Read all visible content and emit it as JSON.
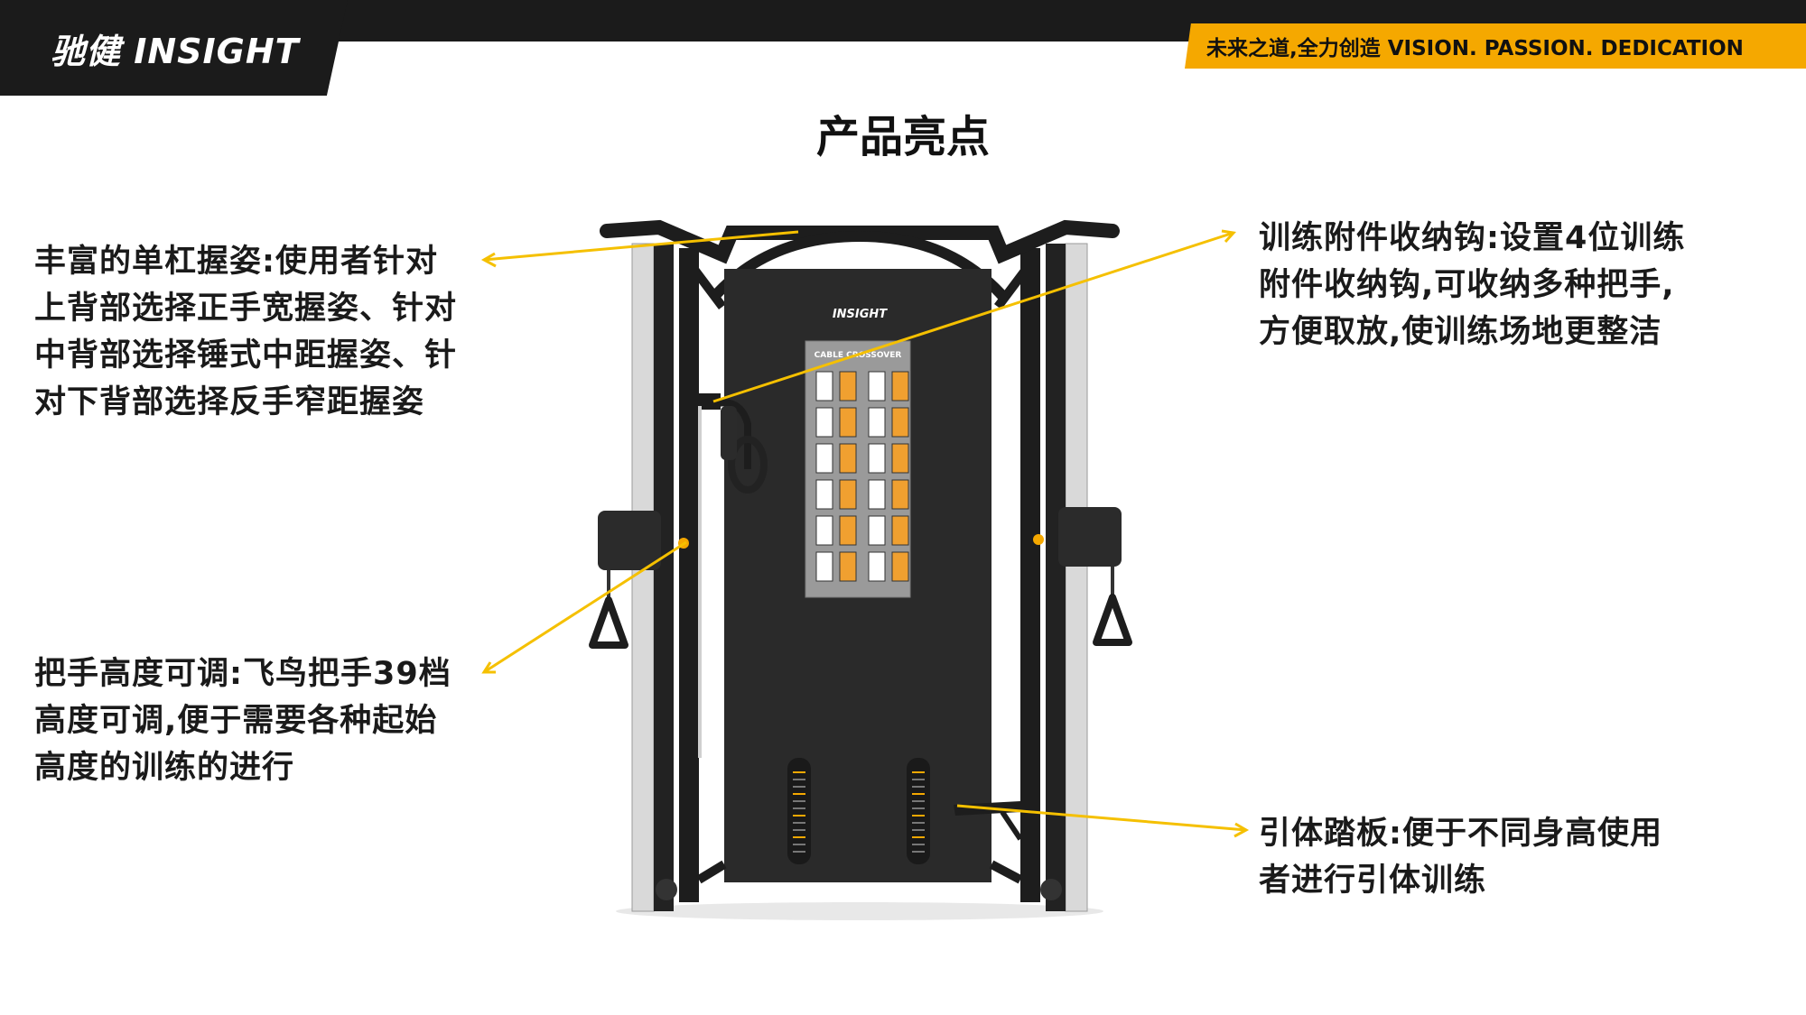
{
  "header": {
    "logo_text": "驰健 INSIGHT",
    "slogan": "未来之道,全力创造   VISION. PASSION. DEDICATION",
    "accent_color": "#f5a800",
    "dark_color": "#1b1b1b"
  },
  "title": "产品亮点",
  "callouts": {
    "grip": "丰富的单杠握姿:使用者针对上背部选择正手宽握姿、针对中背部选择锤式中距握姿、针对下背部选择反手窄距握姿",
    "height": "把手高度可调:飞鸟把手39档高度可调,便于需要各种起始高度的训练的进行",
    "hook": "训练附件收纳钩:设置4位训练附件收纳钩,可收纳多种把手,方便取放,使训练场地更整洁",
    "pedal": "引体踏板:便于不同身高使用者进行引体训练"
  },
  "machine": {
    "panel_brand": "INSIGHT",
    "placard_title": "CABLE CROSSOVER"
  }
}
